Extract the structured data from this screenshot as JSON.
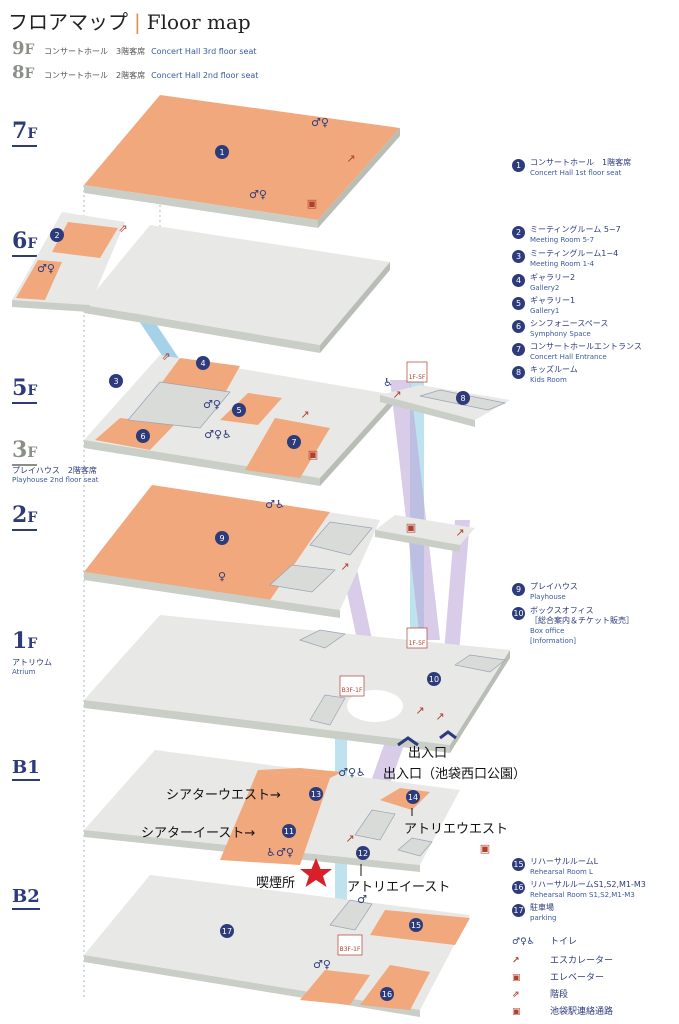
{
  "title": {
    "jp": "フロアマップ",
    "sep": "|",
    "en": "Floor map"
  },
  "upper_floors": [
    {
      "floor": "9",
      "suffix": "F",
      "jp": "コンサートホール　3階客席",
      "en": "Concert Hall 3rd floor seat"
    },
    {
      "floor": "8",
      "suffix": "F",
      "jp": "コンサートホール　2階客席",
      "en": "Concert Hall 2nd floor seat"
    }
  ],
  "floor_labels": [
    {
      "label": "7",
      "suffix": "F"
    },
    {
      "label": "6",
      "suffix": "F"
    },
    {
      "label": "5",
      "suffix": "F"
    },
    {
      "label": "3",
      "suffix": "F",
      "jp": "プレイハウス　2階客席",
      "en": "Playhouse 2nd floor seat"
    },
    {
      "label": "2",
      "suffix": "F"
    },
    {
      "label": "1",
      "suffix": "F",
      "jp": "アトリウム",
      "en": "Atrium"
    },
    {
      "label": "B1",
      "suffix": ""
    },
    {
      "label": "B2",
      "suffix": ""
    }
  ],
  "legend": [
    {
      "num": "1",
      "jp": "コンサートホール　1階客席",
      "en": "Concert Hall 1st floor seat"
    },
    {
      "num": "2",
      "jp": "ミーティングルーム 5−7",
      "en": "Meeting Room 5-7"
    },
    {
      "num": "3",
      "jp": "ミーティングルーム1−4",
      "en": "Meeting Room 1-4"
    },
    {
      "num": "4",
      "jp": "ギャラリー2",
      "en": "Gallery2"
    },
    {
      "num": "5",
      "jp": "ギャラリー1",
      "en": "Gallery1"
    },
    {
      "num": "6",
      "jp": "シンフォニースペース",
      "en": "Symphony Space"
    },
    {
      "num": "7",
      "jp": "コンサートホールエントランス",
      "en": "Concert Hall Entrance"
    },
    {
      "num": "8",
      "jp": "キッズルーム",
      "en": "Kids Room"
    },
    {
      "num": "9",
      "jp": "プレイハウス",
      "en": "Playhouse"
    },
    {
      "num": "10",
      "jp": "ボックスオフィス",
      "jp2": "［総合案内＆チケット販売］",
      "en": "Box office",
      "en2": "[Information]"
    },
    {
      "num": "15",
      "jp": "リハーサルルームL",
      "en": "Rehearsal Room L"
    },
    {
      "num": "16",
      "jp": "リハーサルルームS1,S2,M1-M3",
      "en": "Rehearsal Room S1,S2,M1-M3"
    },
    {
      "num": "17",
      "jp": "駐車場",
      "en": "parking"
    }
  ],
  "icon_legend": [
    {
      "icon": "toilet-icon",
      "label": "トイレ"
    },
    {
      "icon": "escalator-icon",
      "label": "エスカレーター"
    },
    {
      "icon": "elevator-icon",
      "label": "エレベーター"
    },
    {
      "icon": "stairs-icon",
      "label": "階段"
    },
    {
      "icon": "subway-passage-icon",
      "label": "池袋駅連絡通路"
    }
  ],
  "callouts": {
    "entrance1": "出入口",
    "entrance2": "出入口（池袋西口公園）",
    "theater_west": "シアターウエスト→",
    "theater_east": "シアターイースト→",
    "atelier_west": "アトリエウエスト",
    "atelier_east": "アトリエイースト",
    "smoking": "喫煙所"
  },
  "map_markers": [
    "1",
    "2",
    "3",
    "4",
    "5",
    "6",
    "7",
    "8",
    "9",
    "10",
    "11",
    "12",
    "13",
    "14",
    "15",
    "16",
    "17"
  ],
  "elevator_tags": {
    "e5": "1F-5F",
    "e1": "1F-5F",
    "eb1": "B3F-1F",
    "eb2": "B3F-1F"
  },
  "colors": {
    "room": "#f0a87c",
    "floor": "#e8e8e6",
    "edge": "#c9cfc6",
    "navy": "#2d3b7a",
    "purple": "#b9a3d6",
    "cyan": "#9fd3e6",
    "star": "#d8202a"
  }
}
